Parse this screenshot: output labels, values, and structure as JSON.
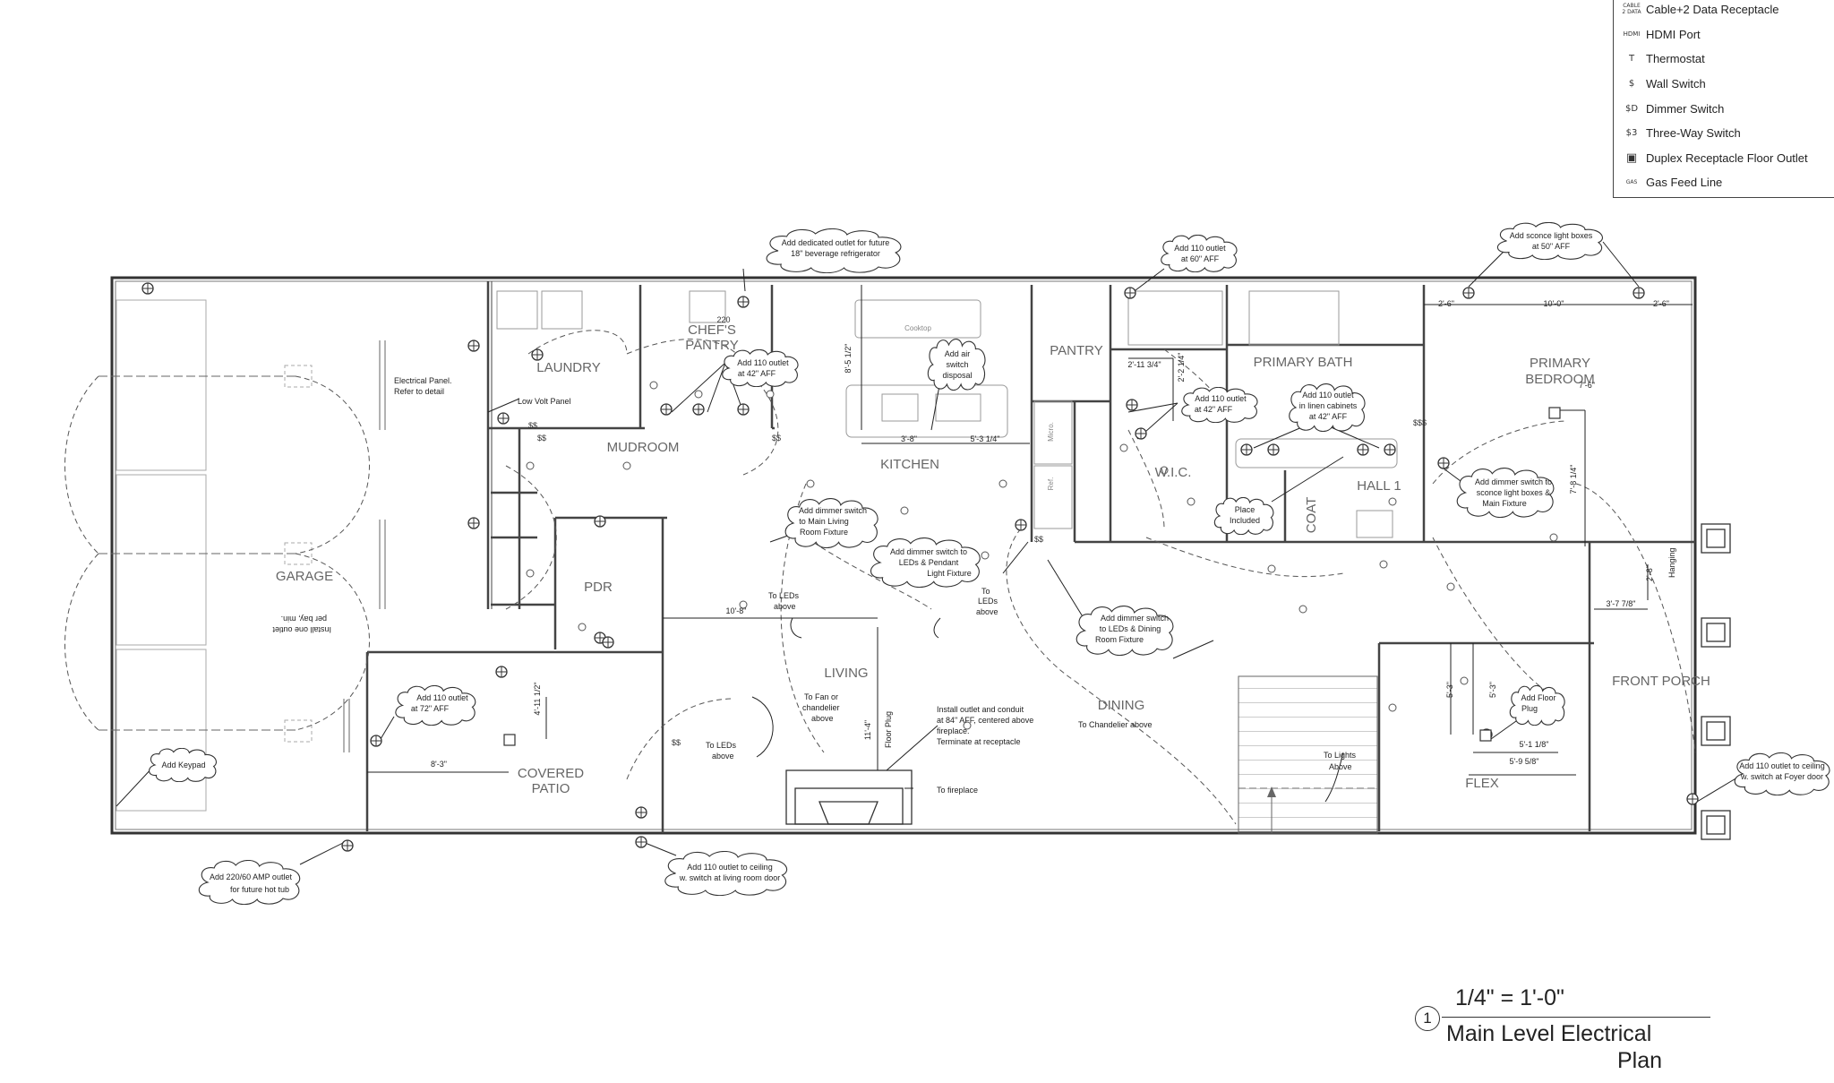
{
  "legend": {
    "items": [
      {
        "symbol": "CABLE 2 DATA",
        "label": "Cable+2 Data Receptacle",
        "icon": "cable-data-icon"
      },
      {
        "symbol": "HDMI",
        "label": "HDMI Port",
        "icon": "hdmi-icon"
      },
      {
        "symbol": "T",
        "label": "Thermostat",
        "icon": "thermostat-icon"
      },
      {
        "symbol": "$",
        "label": "Wall Switch",
        "icon": "switch-icon"
      },
      {
        "symbol": "$D",
        "label": "Dimmer Switch",
        "icon": "dimmer-icon"
      },
      {
        "symbol": "$3",
        "label": "Three-Way Switch",
        "icon": "three-way-icon"
      },
      {
        "symbol": "▣",
        "label": "Duplex Receptacle Floor Outlet",
        "icon": "floor-outlet-icon"
      },
      {
        "symbol": "GAS",
        "label": "Gas Feed Line",
        "icon": "gas-line-icon"
      }
    ]
  },
  "rooms": {
    "garage": "GARAGE",
    "laundry": "LAUNDRY",
    "chefs_pantry_1": "CHEF'S",
    "chefs_pantry_2": "PANTRY",
    "pantry": "PANTRY",
    "primary_bath": "PRIMARY BATH",
    "primary_bedroom_1": "PRIMARY",
    "primary_bedroom_2": "BEDROOM",
    "mudroom": "MUDROOM",
    "kitchen": "KITCHEN",
    "wic": "W.I.C.",
    "hall": "HALL 1",
    "coat": "COAT",
    "pdr": "PDR",
    "living": "LIVING",
    "dining": "DINING",
    "front_porch": "FRONT PORCH",
    "flex": "FLEX",
    "covered_patio_1": "COVERED",
    "covered_patio_2": "PATIO"
  },
  "notes": {
    "bev_fridge_1": "Add dedicated outlet for  future",
    "bev_fridge_2": "18\" beverage refrigerator",
    "outlet60_1": "Add 110 outlet",
    "outlet60_2": "at 60\" AFF",
    "sconce50_1": "Add sconce light boxes",
    "sconce50_2": "at 50\" AFF",
    "outlet42_pantry_1": "Add 110 outlet",
    "outlet42_pantry_2": "at 42\" AFF",
    "air_switch_1": "Add air",
    "air_switch_2": "switch",
    "air_switch_3": "disposal",
    "outlet42_wic_1": "Add 110 outlet",
    "outlet42_wic_2": "at 42\" AFF",
    "linen_1": "Add 110 outlet",
    "linen_2": "in linen cabinets",
    "linen_3": "at 42\" AFF",
    "electrical_panel_1": "Electrical Panel.",
    "electrical_panel_2": "Refer to detail",
    "low_volt": "Low Volt Panel",
    "dimmer_living_1": "Add dimmer switch",
    "dimmer_living_2": "to Main Living",
    "dimmer_living_3": "Room Fixture",
    "dimmer_pendant_1": "Add dimmer switch to",
    "dimmer_pendant_2": "LEDs & Pendant",
    "dimmer_pendant_3": "Light Fixture",
    "place_included_1": "Place",
    "place_included_2": "Included",
    "dimmer_sconce_1": "Add dimmer switch to",
    "dimmer_sconce_2": "sconce light boxes &",
    "dimmer_sconce_3": "Main Fixture",
    "dimmer_dining_1": "Add dimmer switch",
    "dimmer_dining_2": "to LEDs & Dining",
    "dimmer_dining_3": "Room Fixture",
    "outlet72_1": "Add 110 outlet",
    "outlet72_2": "at 72\" AFF",
    "keypad": "Add Keypad",
    "floor_plug_1": "Add Floor",
    "floor_plug_2": "Plug",
    "foyer_1": "Add 110 outlet to ceiling",
    "foyer_2": "w. switch at Foyer door",
    "hot_tub_1": "Add 220/60 AMP outlet",
    "hot_tub_2": "for future hot tub",
    "living_door_1": "Add 110 outlet to ceiling",
    "living_door_2": "w. switch at living room door",
    "fireplace_outlet_1": "Install outlet and conduit",
    "fireplace_outlet_2": "at 84\" AFF, centered above",
    "fireplace_outlet_3": "fireplace.",
    "fireplace_outlet_4": "Terminate at receptacle",
    "to_fireplace": "To fireplace",
    "to_leds_1a": "To LEDs",
    "to_leds_1b": "above",
    "to_leds_2a": "To",
    "to_leds_2b": "LEDs",
    "to_leds_2c": "above",
    "to_leds_3a": "To LEDs",
    "to_leds_3b": "above",
    "to_fan_1": "To Fan or",
    "to_fan_2": "chandelier",
    "to_fan_3": "above",
    "to_chandelier": "To Chandelier above",
    "to_lights_1": "To Lights",
    "to_lights_2": "Above",
    "garage_outlet_1": "Install one outlet",
    "garage_outlet_2": "per bay, min.",
    "floor_plug_vert": "Floor Plug",
    "hanging": "Hanging",
    "cooktop": "Cooktop",
    "micro": "Micro.",
    "ref": "Ref."
  },
  "dimensions": {
    "d_10_0": "10'-0\"",
    "d_2_6a": "2'-6\"",
    "d_2_6b": "2'-6\"",
    "d_8_5_12": "8'-5 1/2\"",
    "d_3_8": "3'-8\"",
    "d_5_3_14": "5'-3 1/4\"",
    "d_2_11_34": "2'-11 3/4\"",
    "d_2_2_14": "2'-2 1/4\"",
    "d_7_6": "7'-6\"",
    "d_7_8_14": "7'-8 1/4\"",
    "d_10_8": "10'-8\"",
    "d_11_4": "11'-4\"",
    "d_4_11_12": "4'-11 1/2\"",
    "d_8_3": "8'-3\"",
    "d_5_3a": "5'-3\"",
    "d_5_3b": "5'-3\"",
    "d_5_1_18": "5'-1 1/8\"",
    "d_5_9_58": "5'-9 5/8\"",
    "d_3_7_78": "3'-7 7/8\"",
    "d_2_8": "2'-8\""
  },
  "labels": {
    "v220": "220"
  },
  "title": {
    "number": "1",
    "scale": "1/4\" = 1'-0\"",
    "line1": "Main Level Electrical",
    "line2": "Plan"
  },
  "colors": {
    "ink": "#333333",
    "faint": "#9a9a9a"
  }
}
